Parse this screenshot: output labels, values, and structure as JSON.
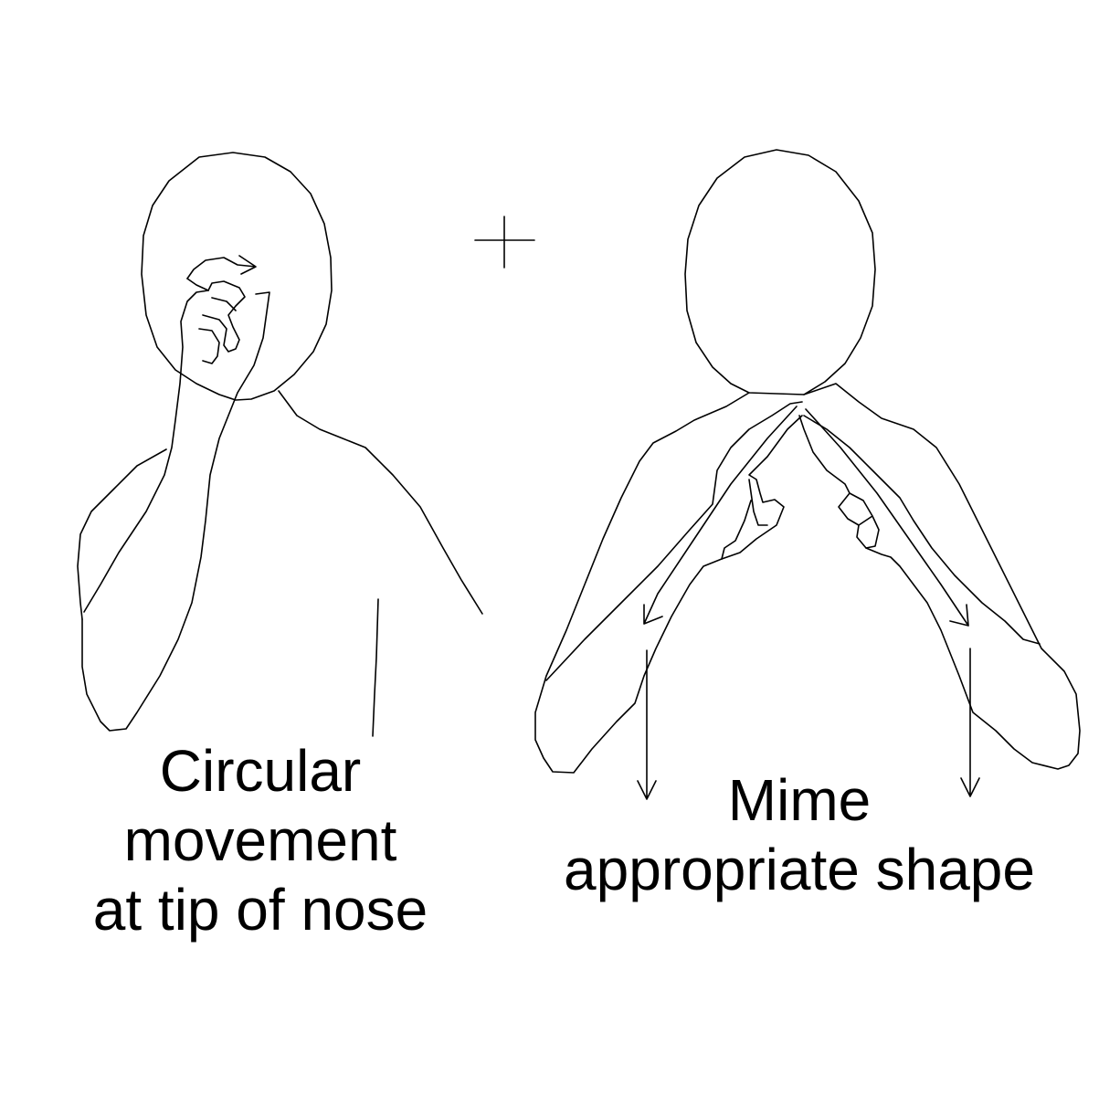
{
  "captions": {
    "left": {
      "lines": [
        "Circular",
        "movement",
        "at tip of nose"
      ]
    },
    "right": {
      "lines": [
        "Mime",
        "appropriate shape"
      ]
    }
  },
  "figures": {
    "left": {
      "icon": "sign-figure-circular-nose-icon"
    },
    "plus": {
      "icon": "plus-icon"
    },
    "right": {
      "icon": "sign-figure-mime-shape-icon"
    }
  },
  "colors": {
    "background": "#ffffff",
    "ink": "#000000"
  }
}
